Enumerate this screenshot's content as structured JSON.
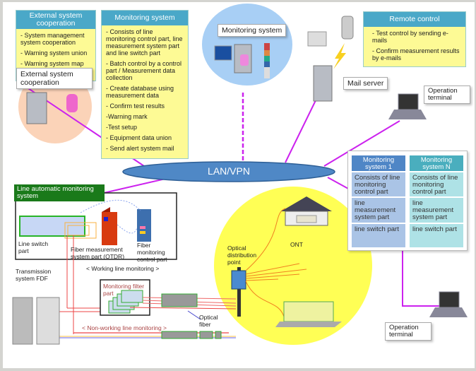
{
  "colors": {
    "header_bg": "#4aa8c8",
    "note_bg": "#fdfa95",
    "link_line": "#cc22ee",
    "lan_fill": "#4f88c6",
    "access_circle": "#ffff55",
    "ext_circle": "#fbd3b8",
    "mon_circle": "#a8cff5",
    "line_auto_header": "#1a7a1a",
    "ms1_header": "#4f86c6",
    "msn_header": "#4aaebe",
    "ms1_cell": "#aac4e6",
    "msn_cell": "#aee2e6"
  },
  "external_box": {
    "title": "External system cooperation",
    "items": [
      "- System management system cooperation",
      "- Warning system union",
      "- Warning system map mark"
    ]
  },
  "monitoring_box": {
    "title": "Monitoring system",
    "items": [
      "- Consists of line monitoring control part, line measurement system part and line switch part",
      "- Batch control by a control part / Measurement data collection",
      "- Create database using measurement data",
      "- Confirm test results",
      "-Warning mark",
      "-Test setup",
      "- Equipment data union",
      "- Send alert system mail"
    ]
  },
  "remote_box": {
    "title": "Remote control",
    "items": [
      "- Test control by sending e-mails",
      "- Confirm measurement results by e-mails"
    ]
  },
  "labels": {
    "external_system_node": "External system cooperation",
    "monitoring_system_node": "Monitoring system",
    "mail_server": "Mail server",
    "operation_terminal_top": "Operation terminal",
    "operation_terminal_bottom": "Operation terminal",
    "lan": "LAN/VPN",
    "line_auto": "Line automatic monitoring system",
    "line_switch": "Line switch part",
    "otdr": "Fiber measurement system part (OTDR)",
    "fiber_control": "Fiber monitoring control part",
    "transmission_fdf": "Transmission system FDF",
    "working_line": "< Working line monitoring >",
    "filter_part": "Monitoring filter part",
    "non_working_line": "< Non-working line monitoring >",
    "optical_fiber": "Optical fiber",
    "optical_distribution": "Optical distribution point",
    "ont": "ONT"
  },
  "monitoring_systems": [
    {
      "title": "Monitoring system 1",
      "cells": [
        "Consists of line monitoring control part",
        "line measurement system part",
        "line switch part"
      ]
    },
    {
      "title": "Monitoring system N",
      "cells": [
        "Consists of line monitoring control part",
        "line measurement system part",
        "line switch part"
      ]
    }
  ]
}
